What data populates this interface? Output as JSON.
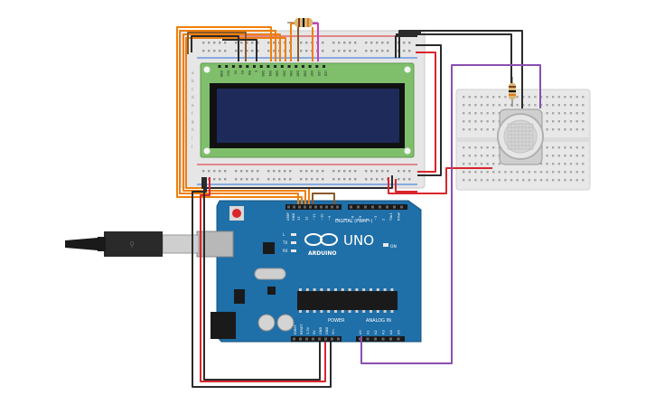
{
  "canvas": {
    "background": "#ffffff"
  },
  "arduino": {
    "brand_text": "ARDUINO",
    "model_text": "UNO",
    "digital_header_label": "DIGITAL (PWM~)",
    "power_label": "POWER",
    "analog_label": "ANALOG IN",
    "on_label": "ON",
    "led_labels": [
      "L",
      "TX",
      "RX"
    ],
    "aref_labels": [
      "AREF",
      "GND"
    ],
    "digital_pin_labels": [
      "13",
      "12",
      "~11",
      "~10",
      "~9",
      "8",
      "7",
      "~6",
      "~5",
      "4",
      "~3",
      "2",
      "TX▸1",
      "RX◂0"
    ],
    "power_pin_labels": [
      "IOREF",
      "RESET",
      "3.3V",
      "5V",
      "GND",
      "GND",
      "Vin"
    ],
    "analog_pin_labels": [
      "A0",
      "A1",
      "A2",
      "A3",
      "A4",
      "A5"
    ],
    "board_color": "#1f6fa8"
  },
  "lcd": {
    "pin_labels": [
      "GND",
      "VCC",
      "V0",
      "RS",
      "RW",
      "E",
      "DB0",
      "DB1",
      "DB2",
      "DB3",
      "DB4",
      "DB5",
      "DB6",
      "DB7",
      "LED",
      "LED"
    ],
    "pcb_color": "#7fbf6b",
    "screen_color": "#1d2a5a"
  },
  "breadboard_main": {
    "row_letters": [
      "a",
      "b",
      "c",
      "d",
      "e",
      "f",
      "g",
      "h",
      "i",
      "j"
    ]
  },
  "wire_colors": {
    "orange": "#f07f0c",
    "red": "#d9262c",
    "black": "#2b2b2b",
    "purple": "#8a4fb0",
    "brown": "#8a5a2b",
    "magenta": "#c83fbf"
  }
}
